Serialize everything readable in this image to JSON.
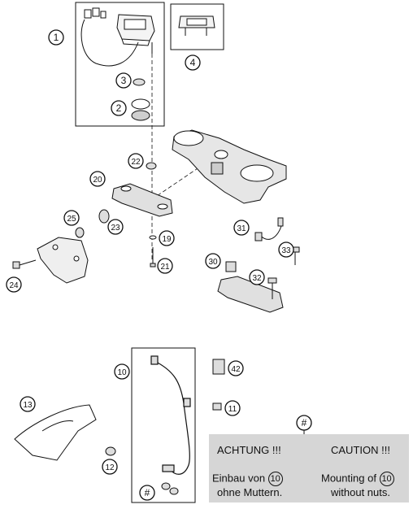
{
  "callouts": [
    {
      "id": "1",
      "label": "1"
    },
    {
      "id": "2",
      "label": "2"
    },
    {
      "id": "3",
      "label": "3"
    },
    {
      "id": "4",
      "label": "4"
    },
    {
      "id": "10",
      "label": "10"
    },
    {
      "id": "11",
      "label": "11"
    },
    {
      "id": "12",
      "label": "12"
    },
    {
      "id": "13",
      "label": "13"
    },
    {
      "id": "19",
      "label": "19"
    },
    {
      "id": "20",
      "label": "20"
    },
    {
      "id": "21",
      "label": "21"
    },
    {
      "id": "22",
      "label": "22"
    },
    {
      "id": "23",
      "label": "23"
    },
    {
      "id": "24",
      "label": "24"
    },
    {
      "id": "25",
      "label": "25"
    },
    {
      "id": "30",
      "label": "30"
    },
    {
      "id": "31",
      "label": "31"
    },
    {
      "id": "32",
      "label": "32"
    },
    {
      "id": "33",
      "label": "33"
    },
    {
      "id": "42",
      "label": "42"
    },
    {
      "id": "hash_top",
      "label": "#"
    },
    {
      "id": "hash_bottom",
      "label": "#"
    }
  ],
  "warning": {
    "de_title": "ACHTUNG !!!",
    "en_title": "CAUTION !!!",
    "de_line1_prefix": "Einbau von",
    "de_line1_ref": "10",
    "de_line2": "ohne Muttern.",
    "en_line1_prefix": "Mounting of",
    "en_line1_ref": "10",
    "en_line2": "without nuts.",
    "mark": "!"
  },
  "colors": {
    "line": "#111111",
    "warning_bg": "#d6d6d6"
  }
}
